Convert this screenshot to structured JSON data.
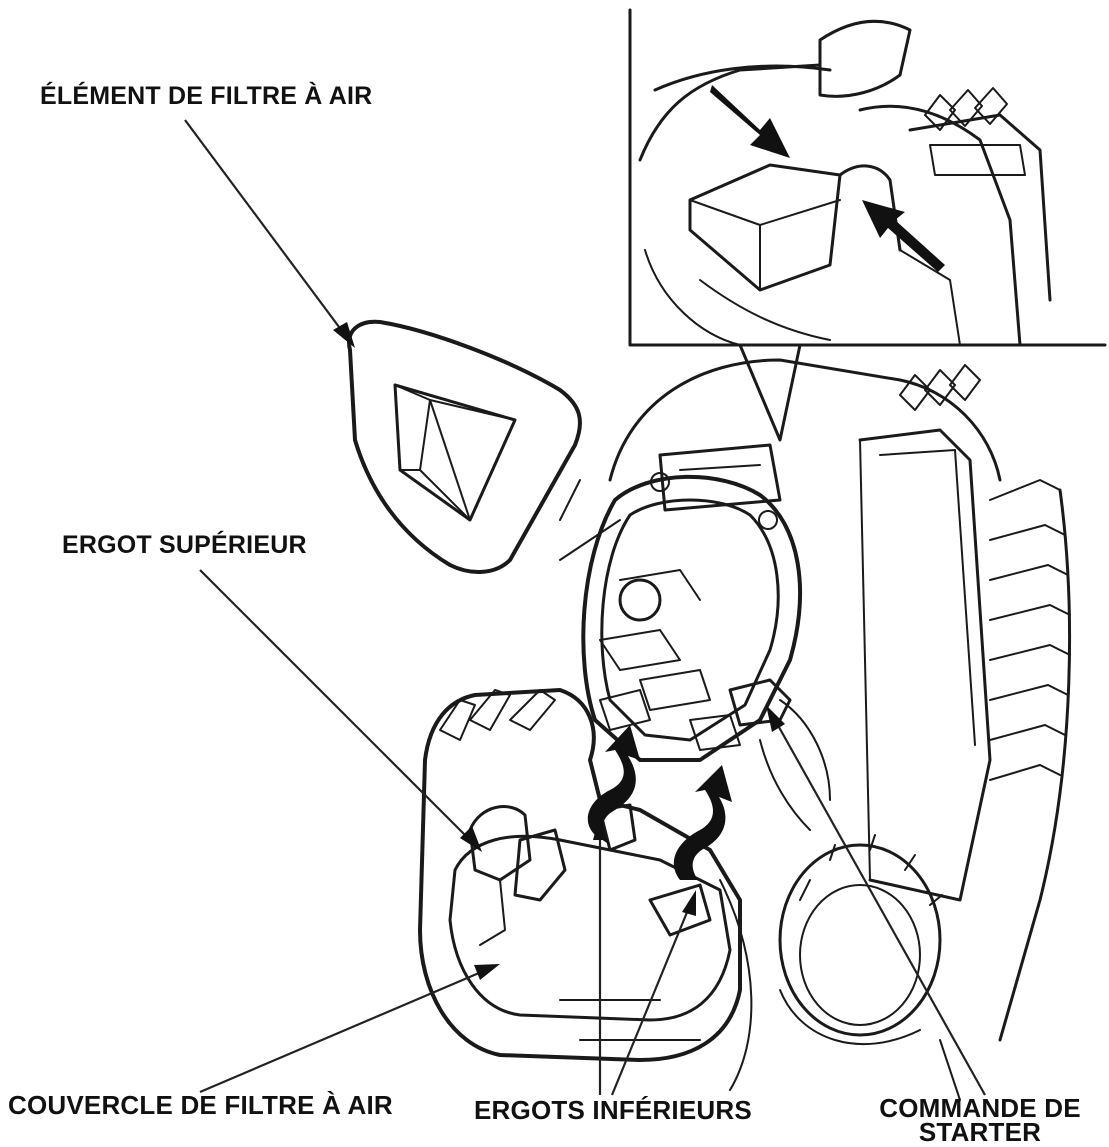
{
  "labels": {
    "air_filter_element": "ÉLÉMENT DE FILTRE À AIR",
    "upper_tab": "ERGOT SUPÉRIEUR",
    "air_filter_cover": "COUVERCLE DE FILTRE À AIR",
    "lower_tabs": "ERGOTS INFÉRIEURS",
    "choke_line1": "COMMANDE DE",
    "choke_line2": "STARTER"
  },
  "colors": {
    "ink": "#1a1a1a",
    "paper": "#ffffff"
  }
}
